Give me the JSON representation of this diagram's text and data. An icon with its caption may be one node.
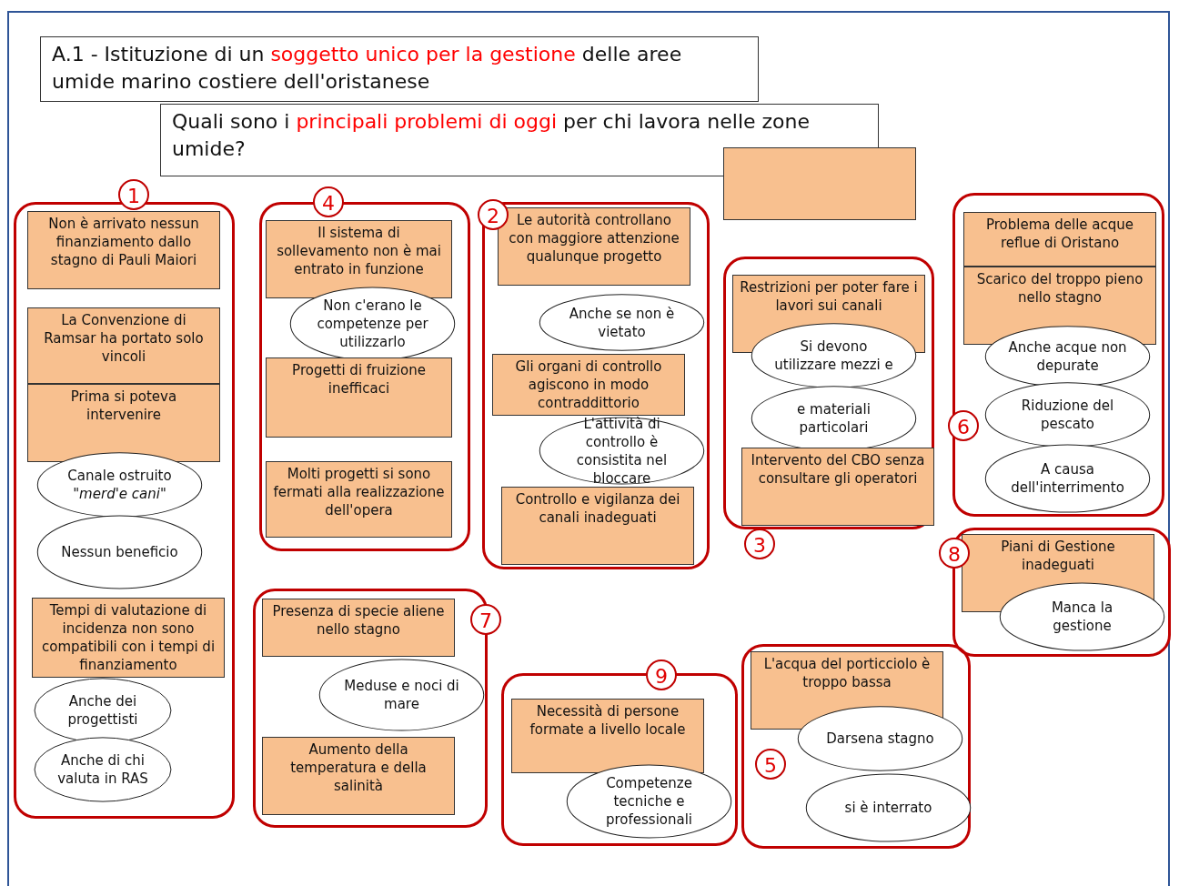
{
  "diagram": {
    "nodes": [
      {
        "text": [
          "A.1 - Istituzione di un",
          "soggetto unico per la gestione",
          "delle aree umide marino costiere dell'oristanese"
        ]
      },
      {
        "text": [
          "Quali sono i",
          "principali problemi di oggi",
          "per chi lavora nelle zone umide?"
        ]
      },
      {
        "text": [],
        "shape": "box"
      },
      {
        "text": [
          "1"
        ]
      },
      {
        "text": [
          "Non è arrivato nessun finanziamento dallo stagno di Pauli Maiori"
        ],
        "in": 3
      },
      {
        "text": [
          "La Convenzione di Ramsar ha portato solo vincoli"
        ],
        "in": 3
      },
      {
        "text": [
          "Prima si poteva intervenire"
        ],
        "in": 3
      },
      {
        "text": [
          "Canale ostruito *\"merd'e cani\"*"
        ],
        "in": 3
      },
      {
        "text": [
          "Nessun beneficio"
        ],
        "in": 3
      },
      {
        "text": [
          "Tempi di valutazione di incidenza non sono compatibili con i tempi di finanziamento"
        ],
        "in": 3
      },
      {
        "text": [
          "Anche dei progettisti"
        ],
        "in": 3
      },
      {
        "text": [
          "Anche di chi valuta in RAS"
        ],
        "in": 3
      },
      {
        "text": [
          "4"
        ]
      },
      {
        "text": [
          "Il sistema di sollevamento non è mai entrato in funzione"
        ],
        "in": 12
      },
      {
        "text": [
          "Non c'erano le competenze per utilizzarlo"
        ],
        "in": 12
      },
      {
        "text": [
          "Progetti di fruizione inefficaci"
        ],
        "in": 12
      },
      {
        "text": [
          "Molti progetti si sono fermati alla realizzazione dell'opera"
        ],
        "in": 12
      },
      {
        "text": [
          "2"
        ]
      },
      {
        "text": [
          "Le autorità controllano con maggiore attenzione qualunque progetto"
        ],
        "in": 17
      },
      {
        "text": [
          "Anche se non è vietato"
        ],
        "in": 17
      },
      {
        "text": [
          "Gli organi di controllo agiscono in modo contraddittorio"
        ],
        "in": 17
      },
      {
        "text": [
          "L'attività di controllo è consistita nel bloccare"
        ],
        "in": 17
      },
      {
        "text": [
          "Controllo e vigilanza dei canali inadeguati"
        ],
        "in": 17
      },
      {
        "text": [
          "3"
        ]
      },
      {
        "text": [
          "Restrizioni per poter fare i lavori sui canali"
        ],
        "in": 23
      },
      {
        "text": [
          "Si devono utilizzare mezzi e"
        ],
        "in": 23
      },
      {
        "text": [
          "e materiali particolari"
        ],
        "in": 23
      },
      {
        "text": [
          "Intervento del CBO senza consultare gli operatori"
        ],
        "in": 23
      },
      {
        "text": [
          "6"
        ]
      },
      {
        "text": [
          "Problema delle acque reflue di Oristano"
        ],
        "in": 28
      },
      {
        "text": [
          "Scarico del troppo pieno nello stagno"
        ],
        "in": 28
      },
      {
        "text": [
          "Anche acque non depurate"
        ],
        "in": 28
      },
      {
        "text": [
          "Riduzione del pescato"
        ],
        "in": 28
      },
      {
        "text": [
          "A causa dell'interrimento"
        ],
        "in": 28
      },
      {
        "text": [
          "8"
        ]
      },
      {
        "text": [
          "Piani di Gestione inadeguati"
        ],
        "in": 34
      },
      {
        "text": [
          "Manca la gestione"
        ],
        "in": 34
      },
      {
        "text": [
          "7"
        ]
      },
      {
        "text": [
          "Presenza di specie aliene nello stagno"
        ],
        "in": 37
      },
      {
        "text": [
          "Meduse e noci di mare"
        ],
        "in": 37
      },
      {
        "text": [
          "Aumento della temperatura e della salinità"
        ],
        "in": 37
      },
      {
        "text": [
          "9"
        ]
      },
      {
        "text": [
          "Necessità di persone formate a livello locale"
        ],
        "in": 41
      },
      {
        "text": [
          "Competenze tecniche e professionali"
        ],
        "in": 41
      },
      {
        "text": [
          "5"
        ]
      },
      {
        "text": [
          "L'acqua del porticciolo è troppo bassa"
        ],
        "in": 44
      },
      {
        "text": [
          "Darsena stagno"
        ],
        "in": 44
      },
      {
        "text": [
          "si è interrato"
        ],
        "in": 44
      }
    ],
    "edges": []
  }
}
